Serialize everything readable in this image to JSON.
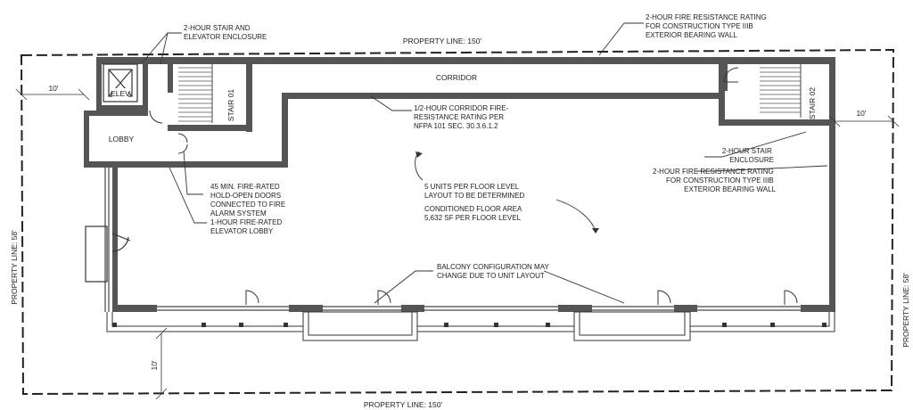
{
  "property_lines": {
    "top": "PROPERTY LINE: 150'",
    "bottom": "PROPERTY LINE: 150'",
    "left": "PROPERTY LINE: 58'",
    "right": "PROPERTY LINE: 58'"
  },
  "setbacks": {
    "left": "10'",
    "right": "10'",
    "bottom": "10'"
  },
  "rooms": {
    "elevator": "ELEV",
    "stair_01": "STAIR 01",
    "stair_02": "STAIR 02",
    "corridor": "CORRIDOR",
    "lobby": "LOBBY"
  },
  "notes": {
    "stair_elev_enclosure": [
      "2-HOUR STAIR AND",
      "ELEVATOR ENCLOSURE"
    ],
    "fire_rating_top": [
      "2-HOUR FIRE RESISTANCE RATING",
      "FOR CONSTRUCTION TYPE IIIB",
      "EXTERIOR BEARING WALL"
    ],
    "corridor_rating": [
      "1/2-HOUR CORRIDOR FIRE-",
      "RESISTANCE RATING PER",
      "NFPA 101 SEC. 30.3.6.1.2"
    ],
    "stair_enclosure": [
      "2-HOUR STAIR",
      "ENCLOSURE"
    ],
    "fire_rating_right": [
      "2-HOUR FIRE RESISTANCE RATING",
      "FOR CONSTRUCTION TYPE IIIB",
      "EXTERIOR BEARING WALL"
    ],
    "hold_open_doors": [
      "45 MIN. FIRE-RATED",
      "HOLD-OPEN DOORS",
      "CONNECTED TO FIRE",
      "ALARM SYSTEM"
    ],
    "elevator_lobby": [
      "1-HOUR FIRE-RATED",
      "ELEVATOR LOBBY"
    ],
    "units": [
      "5 UNITS PER FLOOR LEVEL",
      "LAYOUT TO BE DETERMINED"
    ],
    "floor_area": [
      "CONDITIONED FLOOR AREA",
      "5,632 SF PER FLOOR LEVEL"
    ],
    "balcony": [
      "BALCONY CONFIGURATION MAY",
      "CHANGE DUE TO UNIT LAYOUT"
    ]
  },
  "colors": {
    "wall": "#555555",
    "line": "#222222",
    "hatch": "#777777"
  }
}
